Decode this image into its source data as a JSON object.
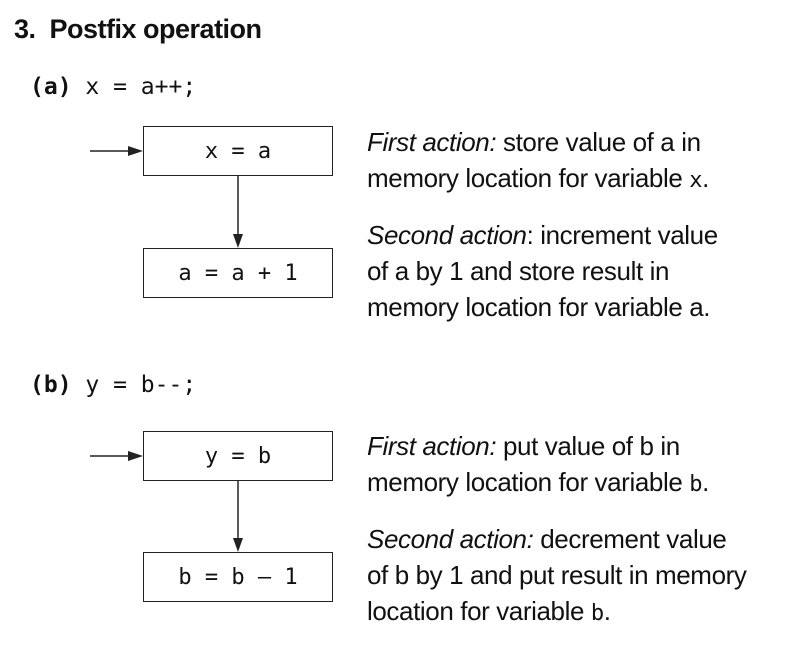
{
  "heading": "3.  Postfix operation",
  "sections": [
    {
      "tag": "(a)",
      "code": " x = a++;",
      "box1": "x = a",
      "box2": "a = a + 1",
      "first": {
        "label": "First action:",
        "line1": " store value of a in",
        "line2": "memory location for variable ",
        "var": "x",
        "end": "."
      },
      "second": {
        "label": "Second action",
        "label_colon": ":",
        "line1": " increment value",
        "line2": "of a by 1 and store result in",
        "line3": "memory location for variable a."
      }
    },
    {
      "tag": "(b)",
      "code": " y = b--;",
      "box1": "y = b",
      "box2": "b = b – 1",
      "first": {
        "label": "First action:",
        "line1": " put value of b in",
        "line2": "memory location for variable ",
        "var": "b",
        "end": "."
      },
      "second": {
        "label": "Second action:",
        "line1": " decrement value",
        "line2": "of b by 1 and put result in memory",
        "line3": "location for variable ",
        "var": "b",
        "end": "."
      }
    }
  ]
}
